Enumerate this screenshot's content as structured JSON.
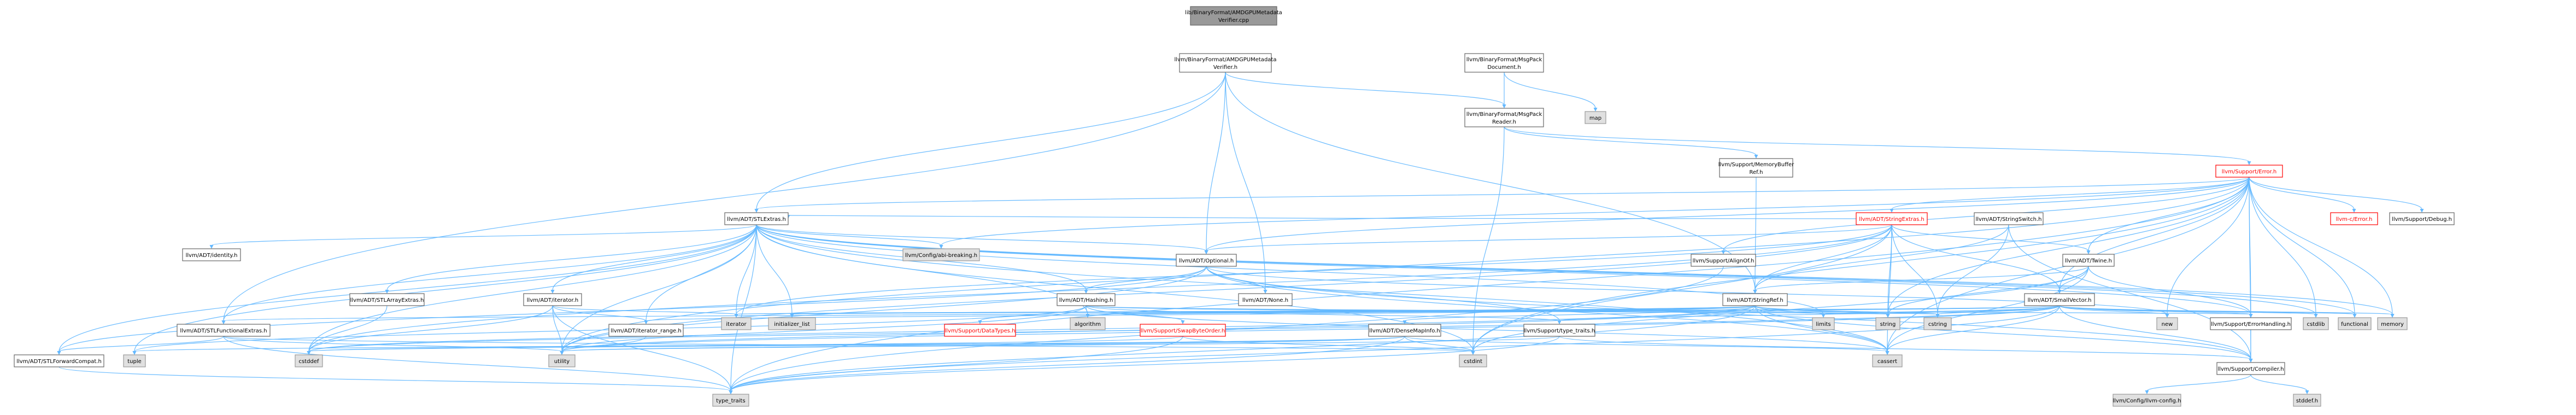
{
  "nodes": {
    "root": {
      "line1": "lib/BinaryFormat/AMDGPUMetadata",
      "line2": "Verifier.cpp"
    },
    "amdgpu_verifier_h": {
      "line1": "llvm/BinaryFormat/AMDGPUMetadata",
      "line2": "Verifier.h"
    },
    "msgpack_document_h": {
      "line1": "llvm/BinaryFormat/MsgPack",
      "line2": "Document.h"
    },
    "map": {
      "label": "map"
    },
    "msgpack_reader_h": {
      "line1": "llvm/BinaryFormat/MsgPack",
      "line2": "Reader.h"
    },
    "memorybufferref_h": {
      "line1": "llvm/Support/MemoryBuffer",
      "line2": "Ref.h"
    },
    "error_h": {
      "label": "llvm/Support/Error.h"
    },
    "stlextras_h": {
      "label": "llvm/ADT/STLExtras.h"
    },
    "stringswitch_h": {
      "label": "llvm/ADT/StringSwitch.h"
    },
    "stringextras_h": {
      "label": "llvm/ADT/StringExtras.h"
    },
    "llvm_c_error_h": {
      "label": "llvm-c/Error.h"
    },
    "support_debug_h": {
      "label": "llvm/Support/Debug.h"
    },
    "identity_h": {
      "label": "llvm/ADT/identity.h"
    },
    "abi_breaking_h": {
      "label": "llvm/Config/abi-breaking.h"
    },
    "optional_h": {
      "label": "llvm/ADT/Optional.h"
    },
    "alignof_h": {
      "label": "llvm/Support/AlignOf.h"
    },
    "twine_h": {
      "label": "llvm/ADT/Twine.h"
    },
    "stringref_h": {
      "label": "llvm/ADT/StringRef.h"
    },
    "smallvector_h": {
      "label": "llvm/ADT/SmallVector.h"
    },
    "stlarrayextras_h": {
      "label": "llvm/ADT/STLArrayExtras.h"
    },
    "iterator_h": {
      "label": "llvm/ADT/iterator.h"
    },
    "hashing_h": {
      "label": "llvm/ADT/Hashing.h"
    },
    "none_h": {
      "label": "llvm/ADT/None.h"
    },
    "stlfunctionalextras_h": {
      "label": "llvm/ADT/STLFunctionalExtras.h"
    },
    "iterator_range_h": {
      "label": "llvm/ADT/iterator_range.h"
    },
    "iterator": {
      "label": "iterator"
    },
    "initializer_list": {
      "label": "initializer_list"
    },
    "algorithm": {
      "label": "algorithm"
    },
    "datatypes_h": {
      "label": "llvm/Support/DataTypes.h"
    },
    "swapbyteorder_h": {
      "label": "llvm/Support/SwapByteOrder.h"
    },
    "densemapinfo_h": {
      "label": "llvm/ADT/DenseMapInfo.h"
    },
    "type_traits_h": {
      "label": "llvm/Support/type_traits.h"
    },
    "bits": {
      "label": "limits"
    },
    "string": {
      "label": "string"
    },
    "cstring": {
      "label": "cstring"
    },
    "new": {
      "label": "new"
    },
    "errorhandling_h": {
      "label": "llvm/Support/ErrorHandling.h"
    },
    "cstdlib": {
      "label": "cstdlib"
    },
    "functional": {
      "label": "functional"
    },
    "memory": {
      "label": "memory"
    },
    "stlforwardcompat_h": {
      "label": "llvm/ADT/STLForwardCompat.h"
    },
    "tuple": {
      "label": "tuple"
    },
    "cstddef": {
      "label": "cstddef"
    },
    "utility": {
      "label": "utility"
    },
    "cstdint": {
      "label": "cstdint"
    },
    "cassert": {
      "label": "cassert"
    },
    "compiler_h": {
      "label": "llvm/Support/Compiler.h"
    },
    "type_traits": {
      "label": "type_traits"
    },
    "llvm_config_h": {
      "label": "llvm/Config/llvm-config.h"
    },
    "stddef_h": {
      "label": "stddef.h"
    }
  },
  "colors": {
    "edge": "#63b8ff",
    "root_fill": "#999999",
    "system_fill": "#e0e0e0",
    "highlight_border": "#ff0000"
  }
}
